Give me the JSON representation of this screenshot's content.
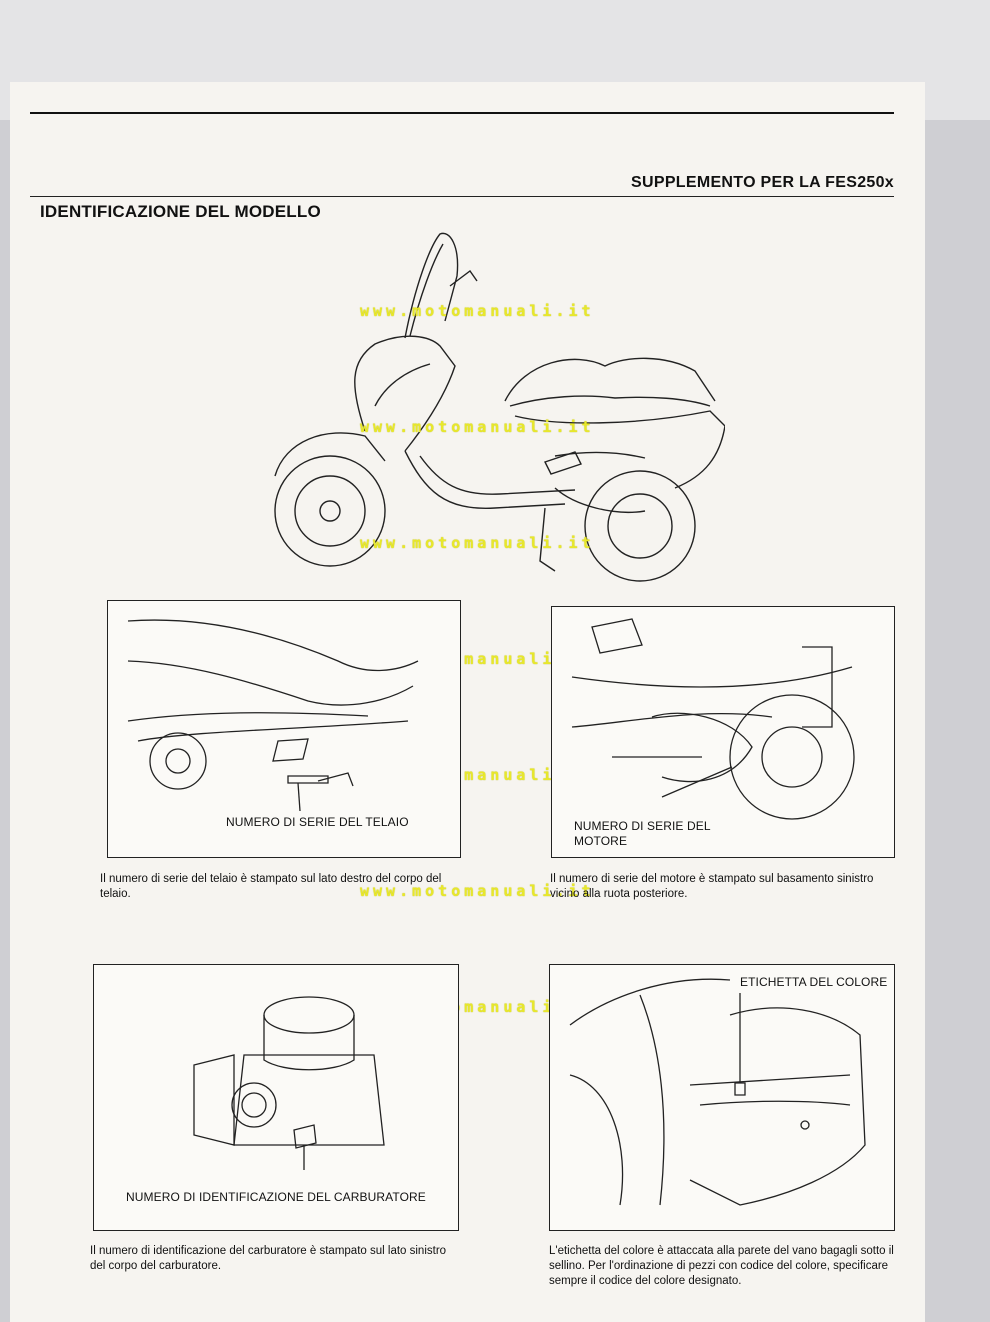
{
  "header": {
    "supplement_title": "SUPPLEMENTO PER LA FES250x",
    "section_title": "IDENTIFICAZIONE DEL MODELLO"
  },
  "watermark": {
    "text": "www.motomanuali.it"
  },
  "panels": {
    "frame": {
      "label": "NUMERO DI SERIE DEL TELAIO",
      "caption": "Il numero di serie del telaio è stampato sul lato destro del corpo del telaio."
    },
    "engine": {
      "label_line1": "NUMERO DI SERIE DEL",
      "label_line2": "MOTORE",
      "caption": "Il numero di serie del motore è stampato sul basamento sinistro vicino alla ruota posteriore."
    },
    "carburetor": {
      "label": "NUMERO DI IDENTIFICAZIONE DEL CARBURATORE",
      "caption": "Il numero di identificazione del carburatore è stampato sul lato sinistro del corpo del carburatore."
    },
    "color": {
      "label": "ETICHETTA DEL COLORE",
      "caption": "L'etichetta del colore è attaccata alla parete del vano bagagli sotto il sellino. Per l'ordinazione di pezzi con codice del colore, specificare sempre il codice del colore designato."
    }
  }
}
